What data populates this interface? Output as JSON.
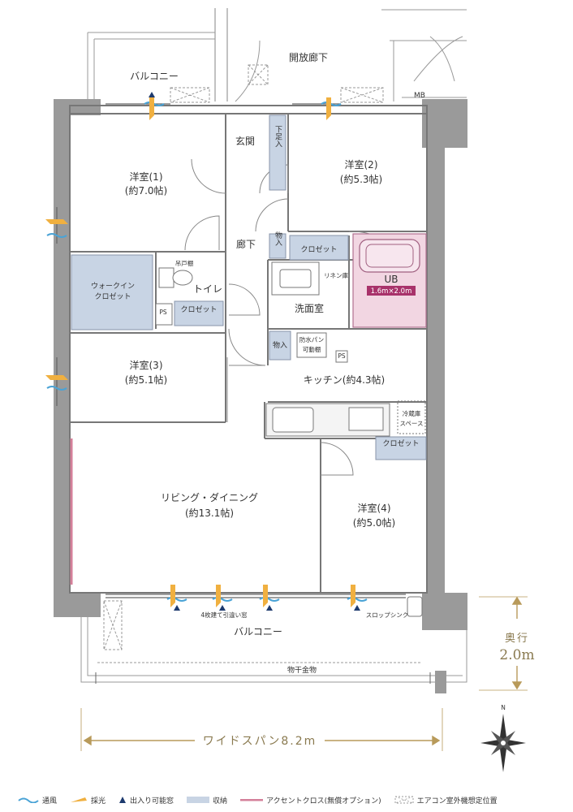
{
  "rooms": {
    "room1_name": "洋室(1)",
    "room1_size": "(約7.0帖)",
    "room2_name": "洋室(2)",
    "room2_size": "(約5.3帖)",
    "room3_name": "洋室(3)",
    "room3_size": "(約5.1帖)",
    "room4_name": "洋室(4)",
    "room4_size": "(約5.0帖)",
    "ld_name": "リビング・ダイニング",
    "ld_size": "(約13.1帖)",
    "kitchen": "キッチン(約4.3帖)",
    "washroom": "洗面室",
    "toilet": "トイレ",
    "entrance": "玄関",
    "hallway": "廊下",
    "walkin_line1": "ウォークイン",
    "walkin_line2": "クロゼット",
    "ub": "UB",
    "ub_size": "1.6m×2.0m"
  },
  "labels": {
    "balcony_top": "バルコニー",
    "balcony_bottom": "バルコニー",
    "open_corridor": "開放廊下",
    "mb": "MB",
    "closet": "クロゼット",
    "shoe_storage": "下足入",
    "storage": "物入",
    "linen": "リネン庫",
    "ps": "PS",
    "hanging_shelf": "吊戸棚",
    "waterproof_pan_1": "防水パン",
    "waterproof_pan_2": "可動棚",
    "fridge_1": "冷蔵庫",
    "fridge_2": "スペース",
    "sliding_window": "4枚建て引違い窓",
    "slop_sink": "スロップシンク",
    "drying_hardware": "物干金物",
    "north": "N"
  },
  "dimensions": {
    "depth_label": "奥行",
    "depth_value": "2.0m",
    "span_label": "ワイドスパン8.2m"
  },
  "legend": {
    "ventilation": "通風",
    "daylight": "採光",
    "access_window": "出入り可能窓",
    "storage": "収納",
    "accent_cloth": "アクセントクロス(無償オプション)",
    "ac_unit": "エアコン室外機想定位置"
  },
  "colors": {
    "wall": "#9a9a9a",
    "storage": "#c8d4e4",
    "accent": "#d4809a",
    "ub_fill": "#f2d6e2",
    "ub_label_bg": "#a8326a",
    "wind": "#4aa3d6",
    "light": "#f0b040",
    "access": "#1d3a6e",
    "dimension": "#b89a5a"
  }
}
